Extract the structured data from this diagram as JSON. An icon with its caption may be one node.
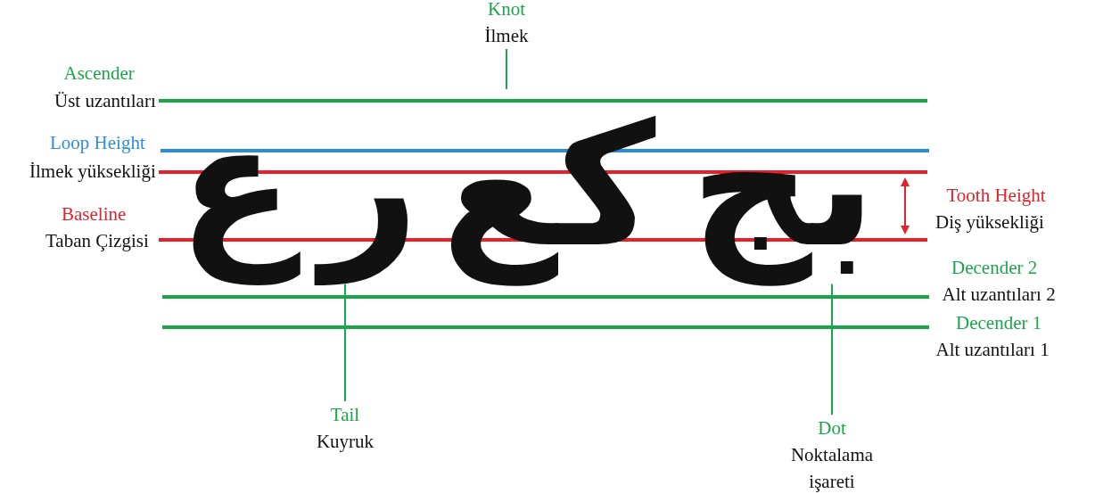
{
  "diagram": {
    "nodes": [
      {
        "text": [
          "Knot",
          "İlmek"
        ]
      },
      {
        "text": [
          "ع"
        ]
      },
      {
        "text": [
          "ر"
        ]
      },
      {
        "text": [
          "كع"
        ]
      },
      {
        "text": [
          "بج"
        ]
      },
      {
        "text": [
          "Tail",
          "Kuyruk"
        ]
      },
      {
        "text": [
          "Dot",
          "Noktalama işareti"
        ]
      }
    ],
    "edges": [
      {
        "from": 0,
        "to": 3,
        "arrow": "none"
      },
      {
        "from": 5,
        "to": 2,
        "arrow": "none"
      },
      {
        "from": 6,
        "to": 4,
        "arrow": "none"
      }
    ],
    "labels": [
      "Ascender",
      "Üst uzantıları",
      "Loop Height",
      "İlmek yüksekliği",
      "Tooth Height",
      "Diş yüksekliği",
      "Baseline",
      "Taban Çizgisi",
      "Decender 2",
      "Alt uzantıları 2",
      "Decender 1",
      "Alt uzantıları 1"
    ]
  }
}
